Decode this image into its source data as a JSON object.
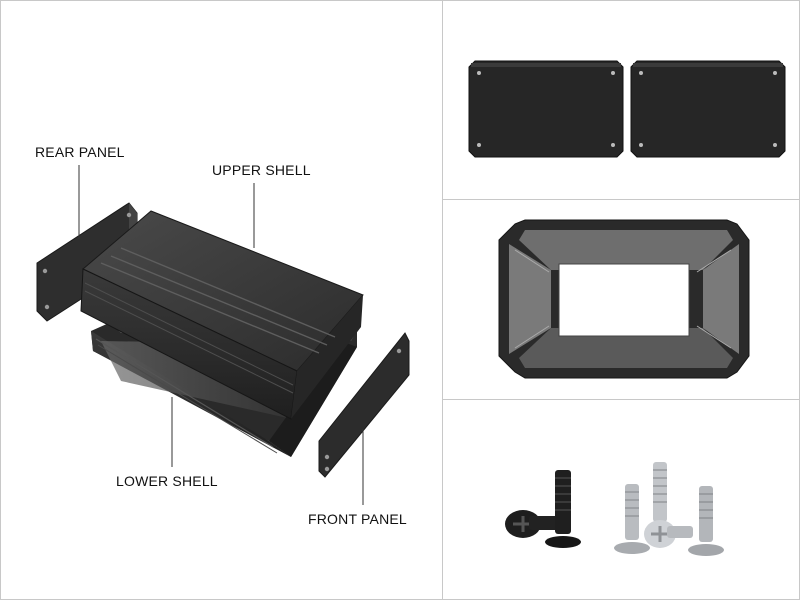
{
  "labels": {
    "rear_panel": "REAR PANEL",
    "upper_shell": "UPPER SHELL",
    "lower_shell": "LOWER SHELL",
    "front_panel": "FRONT PANEL"
  },
  "colors": {
    "metal_dark": "#2a2a2a",
    "metal_mid": "#3b3b3b",
    "metal_light": "#5a5a5a",
    "steel": "#b9bcc0",
    "divider": "#c8c8c8"
  },
  "views": [
    "exploded-assembly",
    "end-panels",
    "top-view-open-shell",
    "mounting-screws"
  ]
}
